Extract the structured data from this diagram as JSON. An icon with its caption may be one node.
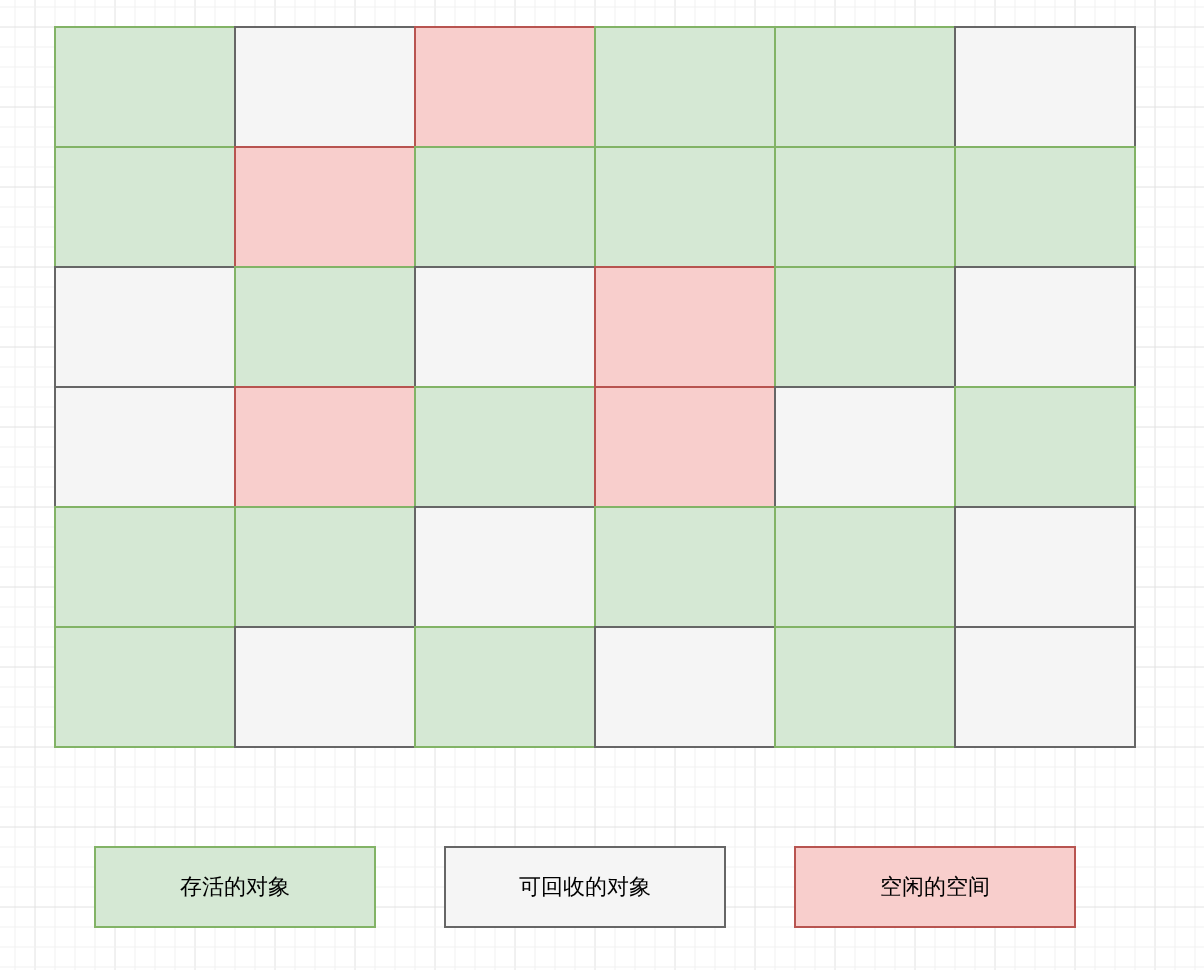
{
  "diagram": {
    "nodes": [
      {
        "text": [],
        "shape": "box"
      },
      {
        "text": [],
        "shape": "box"
      },
      {
        "text": [],
        "shape": "box"
      },
      {
        "text": [],
        "shape": "box"
      },
      {
        "text": [],
        "shape": "box"
      },
      {
        "text": [],
        "shape": "box"
      },
      {
        "text": [],
        "shape": "box"
      },
      {
        "text": [],
        "shape": "box"
      },
      {
        "text": [],
        "shape": "box"
      },
      {
        "text": [],
        "shape": "box"
      },
      {
        "text": [],
        "shape": "box"
      },
      {
        "text": [],
        "shape": "box"
      },
      {
        "text": [],
        "shape": "box"
      },
      {
        "text": [],
        "shape": "box"
      },
      {
        "text": [],
        "shape": "box"
      },
      {
        "text": [],
        "shape": "box"
      },
      {
        "text": [],
        "shape": "box"
      },
      {
        "text": [],
        "shape": "box"
      },
      {
        "text": [],
        "shape": "box"
      },
      {
        "text": [],
        "shape": "box"
      },
      {
        "text": [],
        "shape": "box"
      },
      {
        "text": [],
        "shape": "box"
      },
      {
        "text": [],
        "shape": "box"
      },
      {
        "text": [],
        "shape": "box"
      },
      {
        "text": [],
        "shape": "box"
      },
      {
        "text": [],
        "shape": "box"
      },
      {
        "text": [],
        "shape": "box"
      },
      {
        "text": [],
        "shape": "box"
      },
      {
        "text": [],
        "shape": "box"
      },
      {
        "text": [],
        "shape": "box"
      },
      {
        "text": [],
        "shape": "box"
      },
      {
        "text": [],
        "shape": "box"
      },
      {
        "text": [],
        "shape": "box"
      },
      {
        "text": [],
        "shape": "box"
      },
      {
        "text": [],
        "shape": "box"
      },
      {
        "text": [],
        "shape": "box"
      }
    ],
    "legend": [
      {
        "text": "存活的对象",
        "color": "#d5e8d4"
      },
      {
        "text": "可回收的对象",
        "color": "#f5f5f5"
      },
      {
        "text": "空闲的空间",
        "color": "#f8cecc"
      }
    ]
  }
}
